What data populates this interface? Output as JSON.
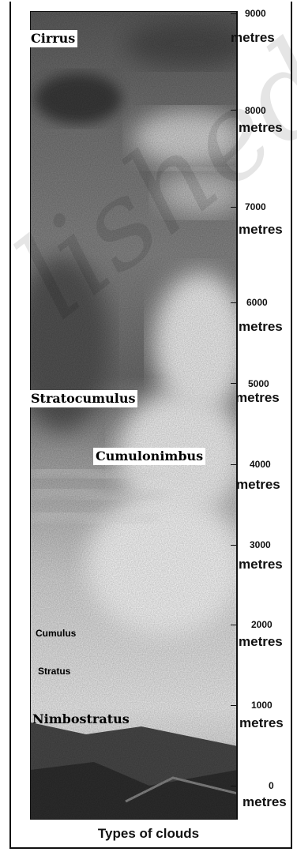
{
  "clouds": [
    {
      "name": "Cirrus",
      "style": "boxed"
    },
    {
      "name": "Stratocumulus",
      "style": "boxed"
    },
    {
      "name": "Cumulonimbus",
      "style": "boxed"
    },
    {
      "name": "Cumulus",
      "style": "plain"
    },
    {
      "name": "Stratus",
      "style": "plain"
    },
    {
      "name": "Nimbostratus",
      "style": "boxed"
    }
  ],
  "scale": {
    "unit": "metres",
    "ticks": [
      "9000",
      "8000",
      "7000",
      "6000",
      "5000",
      "4000",
      "3000",
      "2000",
      "1000",
      "0"
    ]
  },
  "caption": "Types of clouds",
  "watermark": "lished"
}
